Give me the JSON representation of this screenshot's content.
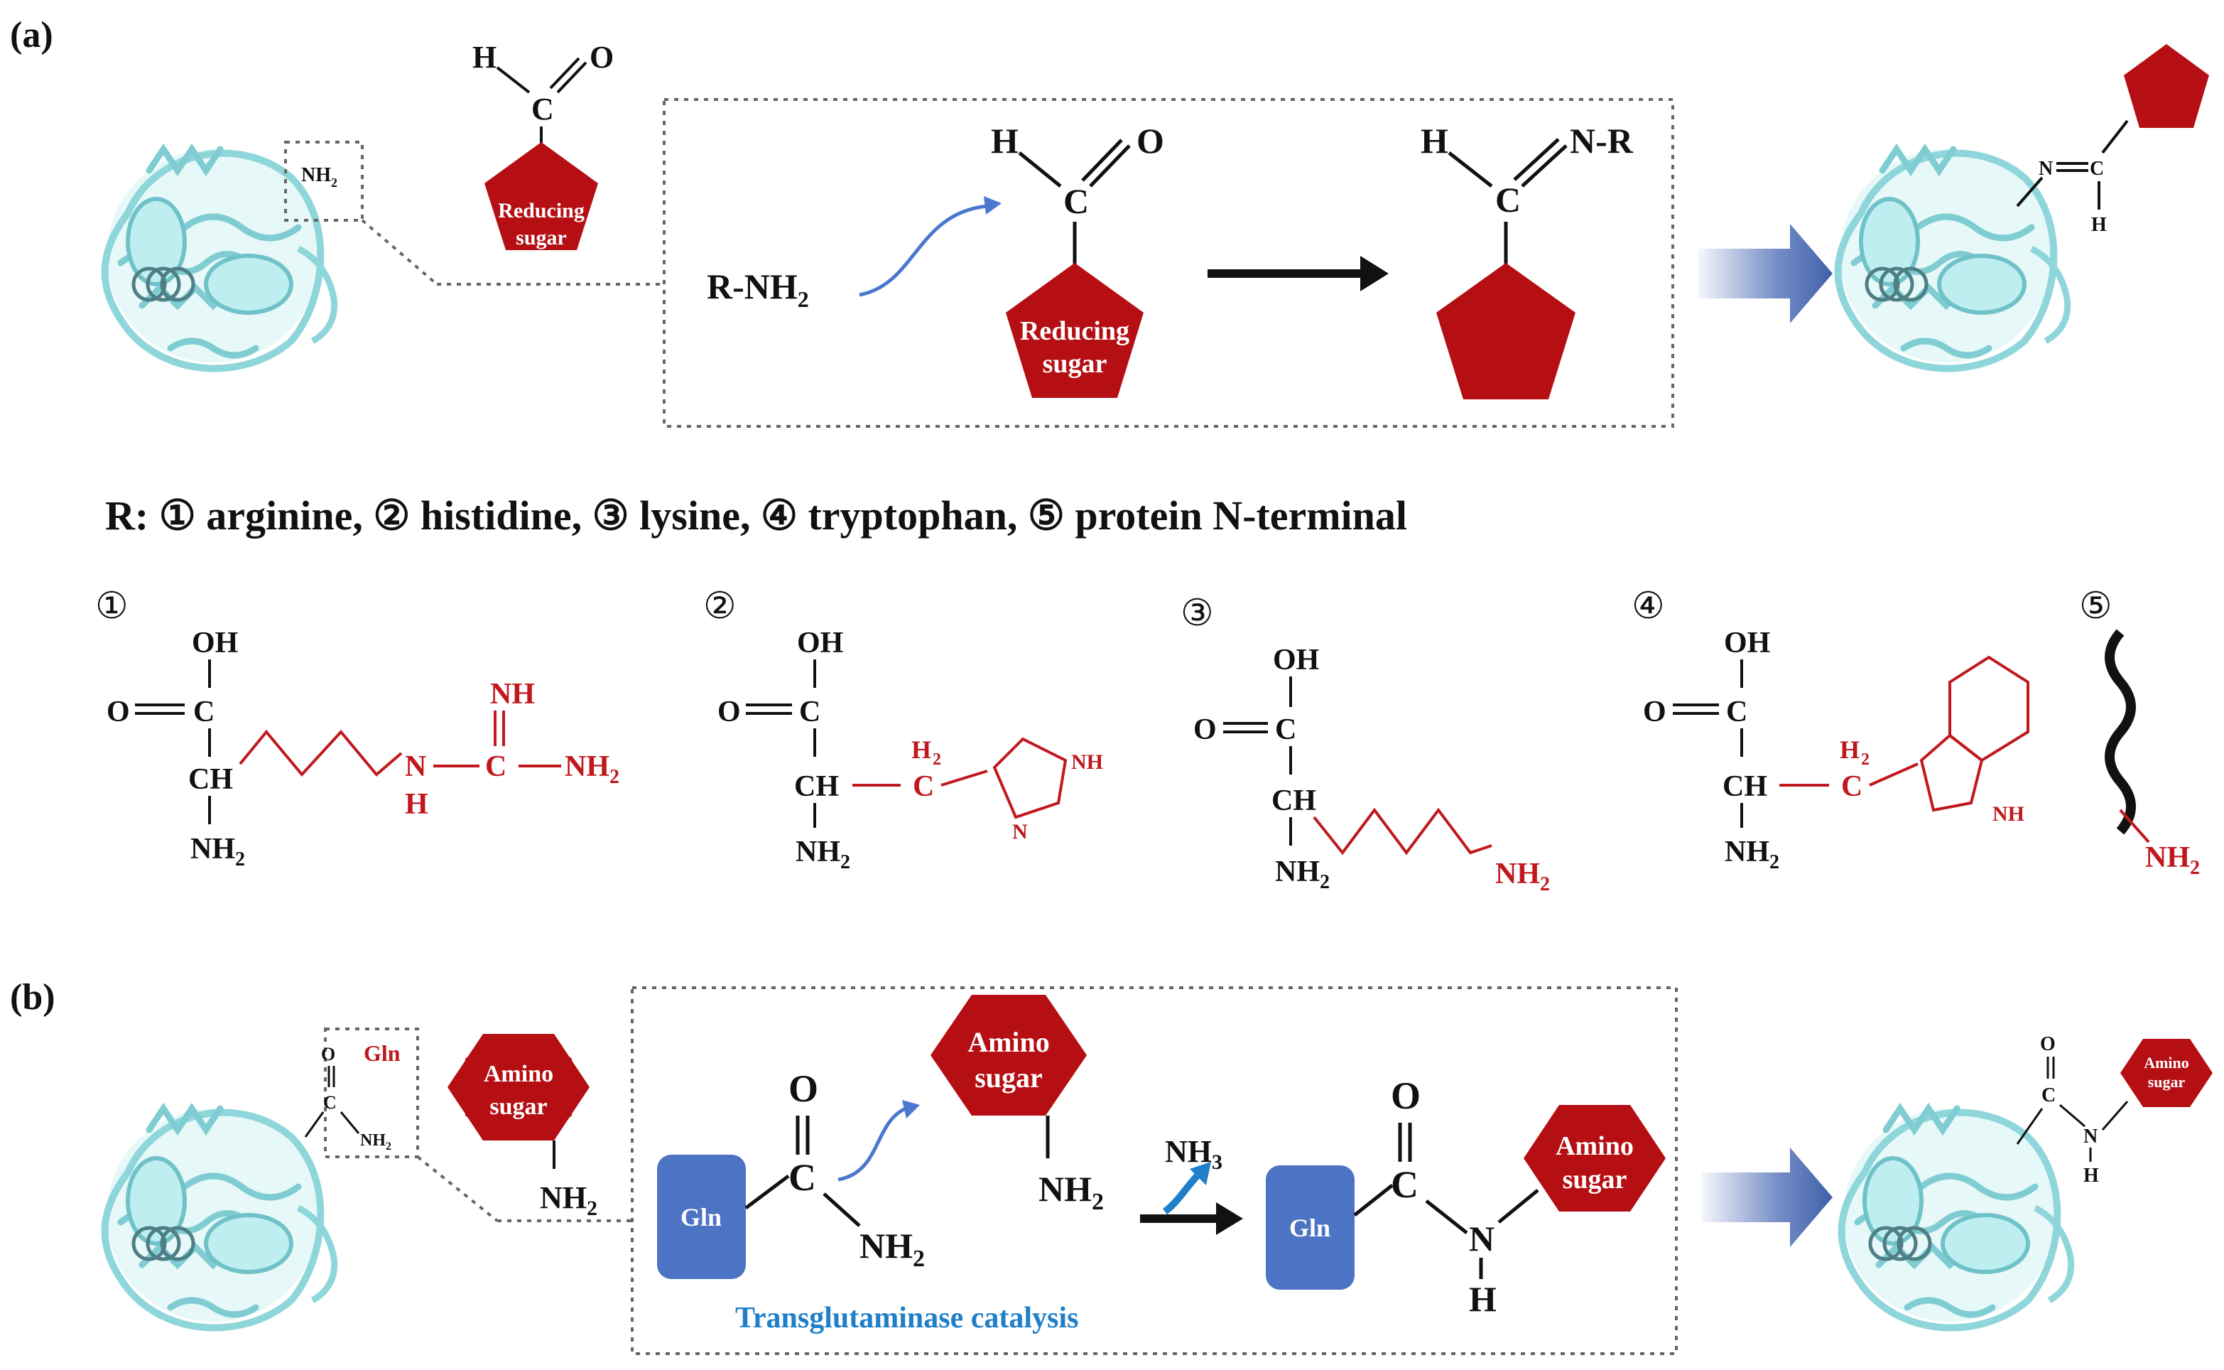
{
  "panel_a": {
    "label": "(a)",
    "nh2_site": "NH",
    "nh2_sub": "2",
    "aldehyde": {
      "h": "H",
      "c": "C",
      "o": "O"
    },
    "sugar_line1": "Reducing",
    "sugar_line2": "sugar",
    "reactant": "R-NH",
    "reactant_sub": "2",
    "product": {
      "h": "H",
      "c": "C",
      "nr": "N-R"
    },
    "result": {
      "n": "N",
      "c": "C",
      "h": "H"
    }
  },
  "r_legend": "R: ① arginine, ② histidine, ③ lysine, ④ tryptophan, ⑤ protein N-terminal",
  "structures": {
    "m1": "①",
    "m2": "②",
    "m3": "③",
    "m4": "④",
    "m5": "⑤",
    "oh": "OH",
    "o": "O",
    "c": "C",
    "ch": "CH",
    "nh2": "NH",
    "sub2": "2",
    "nh": "NH",
    "n": "N",
    "h": "H",
    "h2": "H"
  },
  "panel_b": {
    "label": "(b)",
    "site_o": "O",
    "site_c": "C",
    "site_gln": "Gln",
    "site_nh2": "NH",
    "amino_line1": "Amino",
    "amino_line2": "sugar",
    "nh2": "NH",
    "nh2_sub": "2",
    "gln": "Gln",
    "o": "O",
    "c": "C",
    "nh3": "NH",
    "nh3_sub": "3",
    "n": "N",
    "h": "H",
    "catalysis": "Transglutaminase catalysis"
  },
  "colors": {
    "sugar_red": "#b50f14",
    "gln_blue": "#4c73c4",
    "protein_cyan": "#a9e7ea",
    "catalysis_blue": "#1f7fc9"
  }
}
